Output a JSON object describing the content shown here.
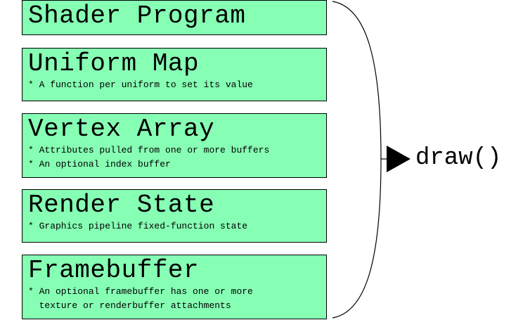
{
  "stages": [
    {
      "title": "Shader Program",
      "notes": []
    },
    {
      "title": "Uniform Map",
      "notes": [
        "* A function per uniform to set its value"
      ]
    },
    {
      "title": "Vertex Array",
      "notes": [
        "* Attributes pulled from one or more buffers",
        "* An optional index buffer"
      ]
    },
    {
      "title": "Render State",
      "notes": [
        "* Graphics pipeline fixed-function state"
      ]
    },
    {
      "title": "Framebuffer",
      "notes": [
        "* An optional framebuffer has one or more",
        "  texture or renderbuffer attachments"
      ]
    }
  ],
  "output": {
    "label": "draw()"
  },
  "colors": {
    "box_fill": "#86ffb4",
    "stroke": "#000000"
  }
}
